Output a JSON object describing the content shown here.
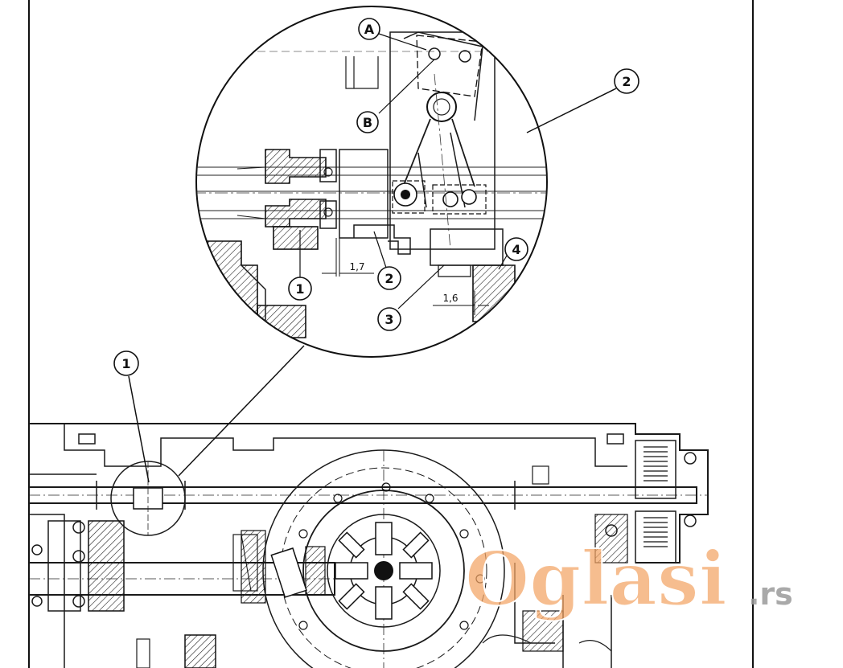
{
  "callouts": {
    "detail_a": "A",
    "detail_b": "B",
    "detail_1": "1",
    "detail_2_lower": "2",
    "detail_3": "3",
    "detail_4": "4",
    "detail_2_main": "2",
    "main_1": "1"
  },
  "dimensions": {
    "gap_a": "1,7",
    "gap_b": "1,6"
  },
  "watermark": {
    "brand": "Oglasi",
    "tld": ".rs",
    "color": "#f2a464"
  }
}
